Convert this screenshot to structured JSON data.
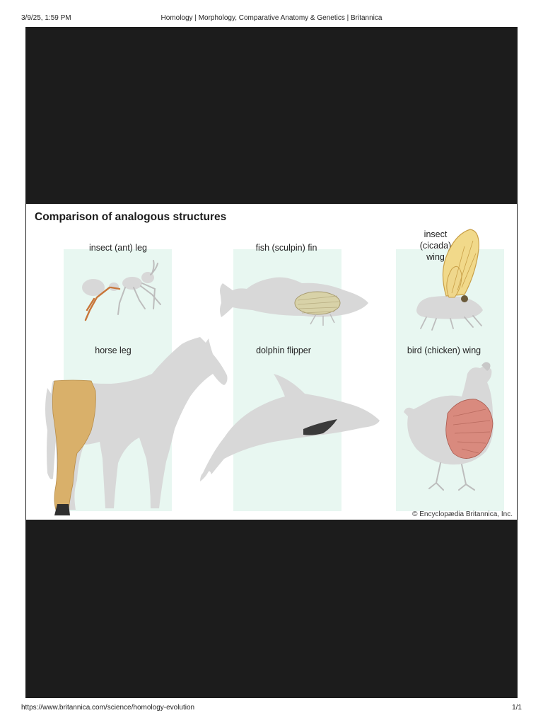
{
  "print_header": {
    "datetime": "3/9/25, 1:59 PM",
    "page_title": "Homology | Morphology, Comparative Anatomy & Genetics | Britannica"
  },
  "figure": {
    "title": "Comparison of analogous structures",
    "labels": {
      "insect_leg": "insect (ant) leg",
      "fish_fin": "fish (sculpin) fin",
      "insect_wing_line1": "insect",
      "insect_wing_line2": "(cicada)",
      "insect_wing_line3": "wing",
      "horse_leg": "horse leg",
      "dolphin_flipper": "dolphin flipper",
      "bird_wing": "bird (chicken) wing"
    },
    "credit": "© Encyclopædia Britannica, Inc.",
    "colors": {
      "column_tint": "#e8f7f1",
      "silhouette": "#d8d8d8",
      "horse_leg": "#d9b06a",
      "ant_leg": "#c8763a",
      "fish_fin": "#d8d2a8",
      "cicada_wing": "#f1d98a",
      "flipper": "#3a3a3a",
      "bird_wing": "#d98a7e"
    }
  },
  "print_footer": {
    "url": "https://www.britannica.com/science/homology-evolution",
    "page_number": "1/1"
  }
}
